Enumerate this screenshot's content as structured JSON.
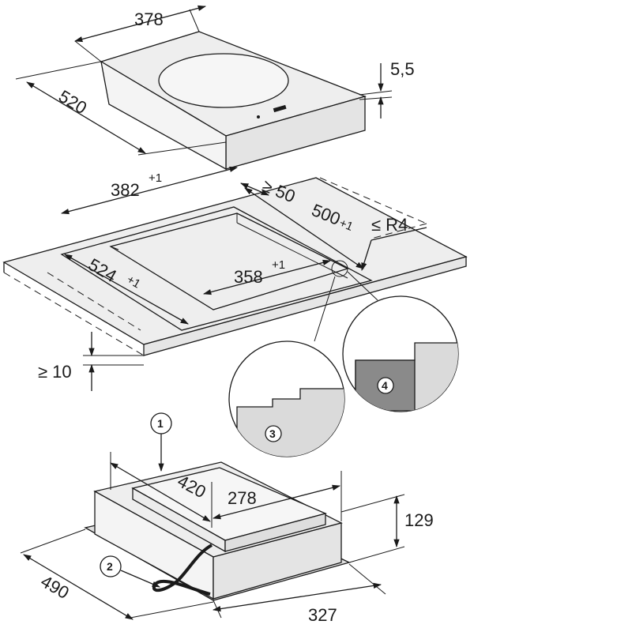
{
  "hob_top": {
    "width": "378",
    "depth": "520",
    "height": "5,5"
  },
  "cutout": {
    "outer_width": "382",
    "outer_width_tol": "+1",
    "min_edge": "≥ 50",
    "outer_depth": "500",
    "outer_depth_tol": "+1",
    "radius": "≤ R4",
    "inner_width": "358",
    "inner_width_tol": "+1",
    "inner_depth": "524",
    "inner_depth_tol": "+1",
    "worktop_min": "≥ 10"
  },
  "details": {
    "callout_3": "3",
    "callout_4": "4"
  },
  "hob_unit": {
    "callout_1": "1",
    "callout_2": "2",
    "top_depth": "420",
    "top_width": "278",
    "height": "129",
    "depth": "490",
    "width": "327"
  },
  "colors": {
    "line": "#1a1a1a",
    "surface": "#eeeeee",
    "surface_dark": "#d6d6d6",
    "zone": "#f6f6f6",
    "detail_fill": "#dadada",
    "detail_dark": "#8a8a8a"
  }
}
